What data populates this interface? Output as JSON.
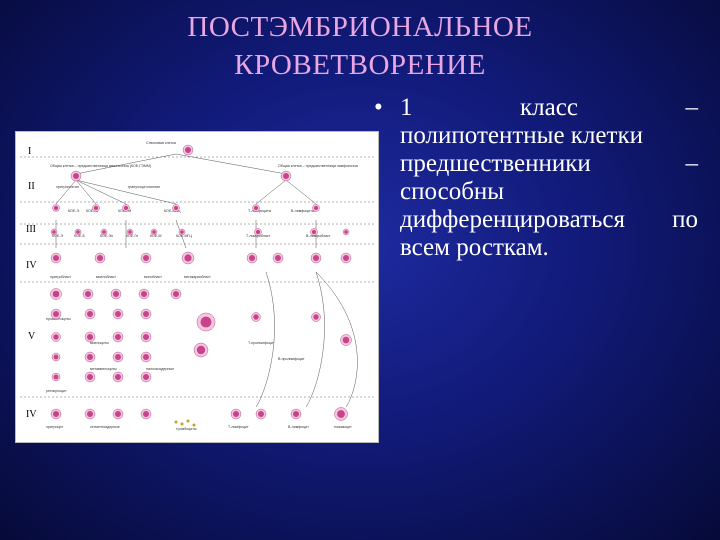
{
  "title": {
    "line1": "ПОСТЭМБРИОНАЛЬНОЕ",
    "line2": "КРОВЕТВОРЕНИЕ"
  },
  "bullet": {
    "marker": "•",
    "number": "1",
    "word_class": "класс",
    "dash1": "–",
    "line2": "полипотентные клетки",
    "line3_word": "предшественники",
    "dash2": "–",
    "line4": "способны",
    "line5_word": "дифференцироваться",
    "line5_end": "по",
    "line6": "всем росткам."
  },
  "diagram": {
    "row_labels": [
      "I",
      "II",
      "III",
      "IV",
      "V",
      "IV"
    ],
    "labels": {
      "stem_cell": "Стволовая клетка",
      "class1_note": "Общая клетка – предшественница миелопоэза (КОЕ-ГЭММ)",
      "lympho_note": "Общая клетка – предшественница лимфопоэза",
      "erythro": "эритропоэтин",
      "granulo": "гранулоцитопоэтин",
      "koe_row2": [
        "КОЕ-Э",
        "КОЕ-Гн",
        "КОЕ-ГМ",
        "КОЕ-Мгкц"
      ],
      "t_cell_row": "Т-лимфоциты",
      "b_cell_row": "В-лимфоциты",
      "koe_row3": [
        "КОЕ-Э",
        "КОЕ-Б",
        "КОЕ-Эо",
        "КОЕ-Гн",
        "КОЕ-М",
        "КОЕ-МГЦ"
      ],
      "t_pre": "Т-лимфобласт",
      "b_pre": "В-лимфобласт",
      "row4_labels": [
        "эритробласт",
        "миелобласт",
        "монобласт",
        "мегакариобласт"
      ],
      "promyelo": "промиелоциты",
      "myelo": "миелоциты",
      "metamyelo": "метамиелоциты",
      "band": "палочкоядерные",
      "segmented": "сегментоядерные",
      "reticulo": "ретикулоцит",
      "erythrocyte": "эритроцит",
      "platelets": "тромбоциты",
      "t_lymph": "Т-лимфоцит",
      "b_lymph": "В-лимфоцит",
      "plasmocyte": "плазмоцит",
      "t_pro": "Т-пролимфоцит",
      "b_pro": "В-пролимфоцит"
    }
  },
  "colors": {
    "title": "#e8a7e0",
    "text": "#ffffff",
    "bg_center": "#1e2aa0",
    "bg_edge": "#060a38",
    "cell": "#c9428c"
  }
}
